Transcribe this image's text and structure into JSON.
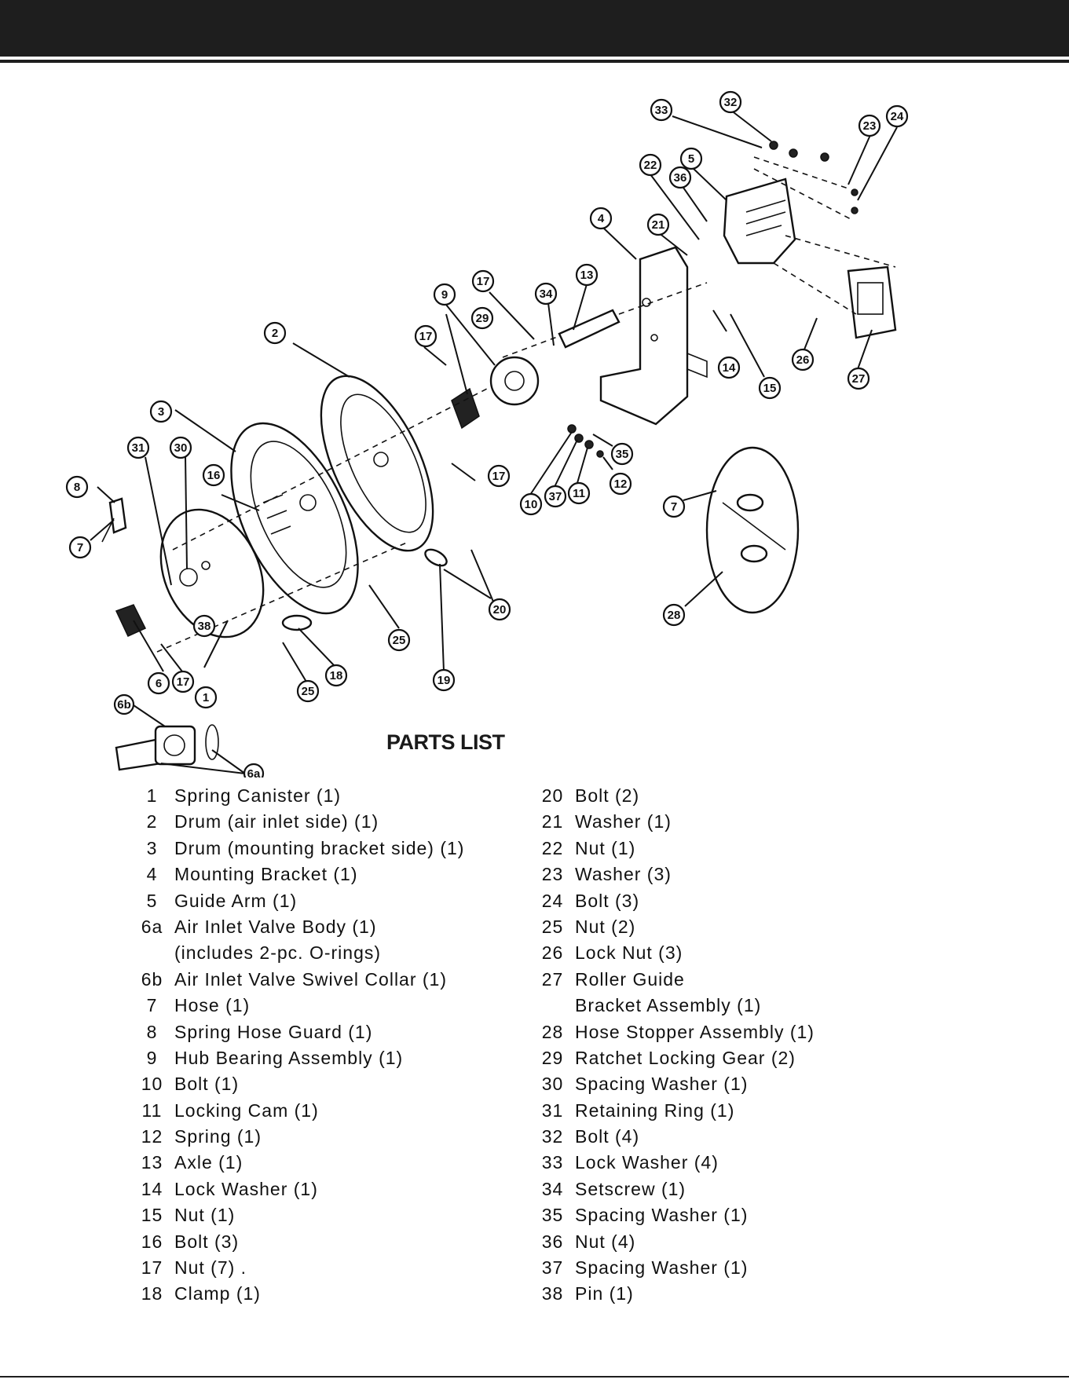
{
  "title": "PARTS LIST",
  "parts_left": [
    {
      "num": "1",
      "name": "Spring Canister (1)"
    },
    {
      "num": "2",
      "name": "Drum (air inlet side) (1)"
    },
    {
      "num": "3",
      "name": "Drum (mounting bracket side) (1)"
    },
    {
      "num": "4",
      "name": "Mounting Bracket (1)"
    },
    {
      "num": "5",
      "name": "Guide Arm (1)"
    },
    {
      "num": "6a",
      "name": "Air Inlet Valve Body (1)"
    },
    {
      "num": "",
      "name": "(includes 2-pc. O-rings)"
    },
    {
      "num": "6b",
      "name": "Air Inlet Valve Swivel Collar (1)"
    },
    {
      "num": "7",
      "name": "Hose (1)"
    },
    {
      "num": "8",
      "name": "Spring Hose Guard (1)"
    },
    {
      "num": "9",
      "name": "Hub Bearing Assembly (1)"
    },
    {
      "num": "10",
      "name": "Bolt (1)"
    },
    {
      "num": "11",
      "name": "Locking Cam (1)"
    },
    {
      "num": "12",
      "name": "Spring (1)"
    },
    {
      "num": "13",
      "name": "Axle (1)"
    },
    {
      "num": "14",
      "name": "Lock Washer (1)"
    },
    {
      "num": "15",
      "name": "Nut (1)"
    },
    {
      "num": "16",
      "name": "Bolt (3)"
    },
    {
      "num": "17",
      "name": "Nut (7) ."
    },
    {
      "num": "18",
      "name": "Clamp (1)"
    }
  ],
  "parts_right": [
    {
      "num": "20",
      "name": "Bolt (2)"
    },
    {
      "num": "21",
      "name": "Washer (1)"
    },
    {
      "num": "22",
      "name": "Nut (1)"
    },
    {
      "num": "23",
      "name": "Washer (3)"
    },
    {
      "num": "24",
      "name": "Bolt (3)"
    },
    {
      "num": "25",
      "name": "Nut (2)"
    },
    {
      "num": "26",
      "name": "Lock Nut (3)"
    },
    {
      "num": "27",
      "name": "Roller Guide"
    },
    {
      "num": "",
      "name": "Bracket Assembly (1)"
    },
    {
      "num": "28",
      "name": "Hose Stopper Assembly (1)"
    },
    {
      "num": "29",
      "name": "Ratchet Locking Gear (2)"
    },
    {
      "num": "30",
      "name": "Spacing Washer (1)"
    },
    {
      "num": "31",
      "name": "Retaining Ring (1)"
    },
    {
      "num": "32",
      "name": "Bolt (4)"
    },
    {
      "num": "33",
      "name": "Lock Washer (4)"
    },
    {
      "num": "34",
      "name": "Setscrew (1)"
    },
    {
      "num": "35",
      "name": "Spacing Washer (1)"
    },
    {
      "num": "36",
      "name": "Nut (4)"
    },
    {
      "num": "37",
      "name": "Spacing Washer (1)"
    },
    {
      "num": "38",
      "name": "Pin (1)"
    }
  ],
  "callouts": [
    "1",
    "2",
    "3",
    "4",
    "5",
    "6",
    "6a",
    "6b",
    "7",
    "8",
    "9",
    "10",
    "11",
    "12",
    "13",
    "14",
    "15",
    "16",
    "17",
    "18",
    "19",
    "20",
    "21",
    "22",
    "23",
    "24",
    "25",
    "26",
    "27",
    "28",
    "29",
    "30",
    "31",
    "32",
    "33",
    "34",
    "35",
    "36",
    "37",
    "38"
  ]
}
